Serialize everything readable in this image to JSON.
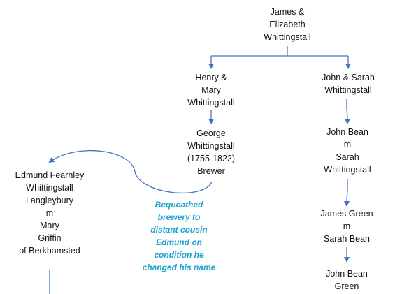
{
  "colors": {
    "connector": "#4472c4",
    "text": "#111111",
    "annotation": "#1ba3d1"
  },
  "nodes": {
    "james_elizabeth": [
      "James &",
      "Elizabeth",
      "Whittingstall"
    ],
    "henry_mary": [
      "Henry &",
      "Mary",
      "Whittingstall"
    ],
    "john_sarah": [
      "John & Sarah",
      "Whittingstall"
    ],
    "george": [
      "George",
      "Whittingstall",
      "(1755-1822)",
      "Brewer"
    ],
    "john_bean_sarah": [
      "John Bean",
      "m",
      "Sarah",
      "Whittingstall"
    ],
    "edmund": [
      "Edmund Fearnley",
      "Whittingstall",
      "Langleybury",
      "m",
      "Mary",
      "Griffin",
      "of Berkhamsted"
    ],
    "james_green": [
      "James Green",
      "m",
      "Sarah Bean"
    ],
    "john_bean_green": [
      "John Bean",
      "Green"
    ]
  },
  "annotation": {
    "lines": [
      "Bequeathed",
      "brewery to",
      "distant cousin",
      "Edmund on",
      "condition he",
      "changed his name"
    ]
  }
}
